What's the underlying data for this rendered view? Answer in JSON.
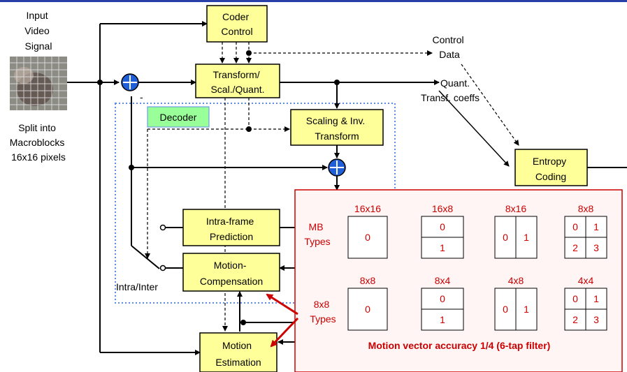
{
  "colors": {
    "top_rule": "#2a3ea8",
    "block_fill": "#ffff99",
    "decoder_fill": "#99ff99",
    "adder_fill": "#1f5fd8",
    "panel_fill": "#fff5f5",
    "panel_border": "#cc0000",
    "accent_red": "#cc0000",
    "decoder_border": "#5b8be8"
  },
  "input": {
    "label_lines": [
      "Input",
      "Video",
      "Signal"
    ],
    "split_lines": [
      "Split into",
      "Macroblocks",
      "16x16 pixels"
    ]
  },
  "blocks": {
    "coder_control": [
      "Coder",
      "Control"
    ],
    "transform": [
      "Transform/",
      "Scal./Quant."
    ],
    "scaling_inv": [
      "Scaling & Inv.",
      "Transform"
    ],
    "entropy": [
      "Entropy",
      "Coding"
    ],
    "intra_pred": [
      "Intra-frame",
      "Prediction"
    ],
    "motion_comp": [
      "Motion-",
      "Compensation"
    ],
    "motion_est": [
      "Motion",
      "Estimation"
    ]
  },
  "labels": {
    "control_data": [
      "Control",
      "Data"
    ],
    "quant_coeffs": [
      "Quant.",
      "Transf. coeffs"
    ],
    "decoder": "Decoder",
    "intra_inter": "Intra/Inter",
    "minus": "-"
  },
  "panel": {
    "mb_types_label": [
      "MB",
      "Types"
    ],
    "sub_types_label": [
      "8x8",
      "Types"
    ],
    "mb_types": [
      {
        "title": "16x16",
        "cells": [
          "0"
        ]
      },
      {
        "title": "16x8",
        "cells": [
          "0",
          "1"
        ]
      },
      {
        "title": "8x16",
        "cells": [
          "0",
          "1"
        ]
      },
      {
        "title": "8x8",
        "cells": [
          "0",
          "1",
          "2",
          "3"
        ]
      }
    ],
    "sub_types": [
      {
        "title": "8x8",
        "cells": [
          "0"
        ]
      },
      {
        "title": "8x4",
        "cells": [
          "0",
          "1"
        ]
      },
      {
        "title": "4x8",
        "cells": [
          "0",
          "1"
        ]
      },
      {
        "title": "4x4",
        "cells": [
          "0",
          "1",
          "2",
          "3"
        ]
      }
    ],
    "caption": "Motion vector accuracy 1/4 (6-tap filter)"
  }
}
